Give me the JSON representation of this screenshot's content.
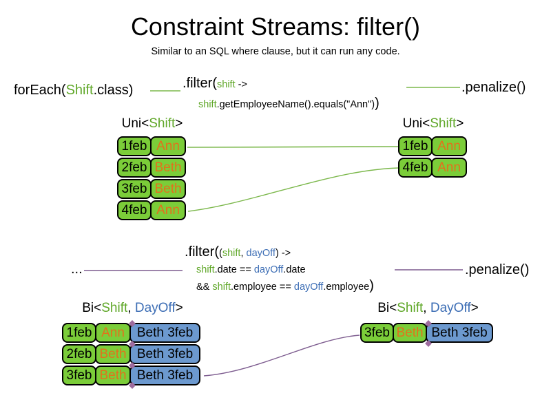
{
  "slide": {
    "title": "Constraint Streams: filter()",
    "subtitle": "Similar to an SQL where clause, but it can run any code."
  },
  "colors": {
    "code_green": "#5FA728",
    "code_blue": "#3D6EB5",
    "cell_green": "#7BCD39",
    "cell_blue": "#6C99CF",
    "orange_text": "#E2711C",
    "line_green": "#7CB84C",
    "line_purple": "#7D5C8F",
    "diamond_purple": "#9E6B9E"
  },
  "flow1": {
    "foreach_pre": "forEach(",
    "foreach_type": "Shift",
    "foreach_post": ".class)",
    "filter_method": ".filter(",
    "filter_param": "shift",
    "filter_arrow": " ->",
    "body_var": "shift",
    "body_rest": ".getEmployeeName().equals(\"Ann\")",
    "body_close": ")",
    "penalize": ".penalize()"
  },
  "uni_label": {
    "pre": "Uni<",
    "type": "Shift",
    "post": ">"
  },
  "flow2": {
    "ellipsis": "...",
    "filter_method": ".filter(",
    "paren_open": "(",
    "param1": "shift",
    "comma": ", ",
    "param2": "dayOff",
    "paren_close": ")",
    "arrow": " ->",
    "cond1_var1": "shift",
    "cond1_mid": ".date == ",
    "cond1_var2": "dayOff",
    "cond1_end": ".date",
    "cond2_pre": "&& ",
    "cond2_var1": "shift",
    "cond2_mid": ".employee == ",
    "cond2_var2": "dayOff",
    "cond2_end": ".employee",
    "cond2_close": ")",
    "penalize": ".penalize()"
  },
  "bi_label": {
    "pre": "Bi<",
    "type1": "Shift",
    "sep": ", ",
    "type2": "DayOff",
    "post": ">"
  },
  "tables": {
    "top_left": {
      "rows": [
        [
          "1feb",
          "Ann"
        ],
        [
          "2feb",
          "Beth"
        ],
        [
          "3feb",
          "Beth"
        ],
        [
          "4feb",
          "Ann"
        ]
      ]
    },
    "top_right": {
      "rows": [
        [
          "1feb",
          "Ann"
        ],
        [
          "4feb",
          "Ann"
        ]
      ]
    },
    "bottom_left": {
      "rows": [
        [
          "1feb",
          "Ann",
          "Beth 3feb"
        ],
        [
          "2feb",
          "Beth",
          "Beth 3feb"
        ],
        [
          "3feb",
          "Beth",
          "Beth 3feb"
        ]
      ]
    },
    "bottom_right": {
      "rows": [
        [
          "3feb",
          "Beth",
          "Beth 3feb"
        ]
      ]
    }
  }
}
